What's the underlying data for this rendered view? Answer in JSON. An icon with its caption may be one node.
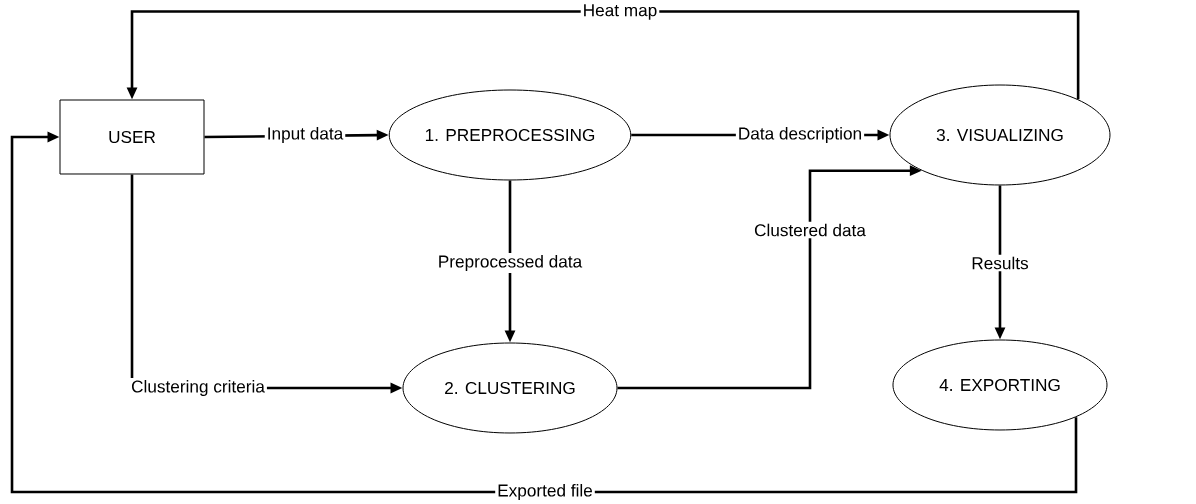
{
  "diagram": {
    "nodes": [
      {
        "text": [
          "USER"
        ]
      },
      {
        "text": [
          "1. PREPROCESSING"
        ]
      },
      {
        "text": [
          "2. CLUSTERING"
        ]
      },
      {
        "text": [
          "3. VISUALIZING"
        ]
      },
      {
        "text": [
          "4. EXPORTING"
        ]
      }
    ],
    "edges": [
      {
        "from": 0,
        "to": 1,
        "arrow": "to",
        "label": "Input data"
      },
      {
        "from": 1,
        "to": 3,
        "arrow": "to",
        "label": "Data description"
      },
      {
        "from": 1,
        "to": 2,
        "arrow": "to",
        "label": "Preprocessed data"
      },
      {
        "from": 0,
        "to": 2,
        "arrow": "to",
        "label": "Clustering criteria"
      },
      {
        "from": 2,
        "to": 3,
        "arrow": "to",
        "label": "Clustered data"
      },
      {
        "from": 3,
        "to": 0,
        "arrow": "to",
        "label": "Heat map"
      },
      {
        "from": 3,
        "to": 4,
        "arrow": "to",
        "label": "Results"
      },
      {
        "from": 4,
        "to": 0,
        "arrow": "to",
        "label": "Exported file"
      }
    ]
  }
}
